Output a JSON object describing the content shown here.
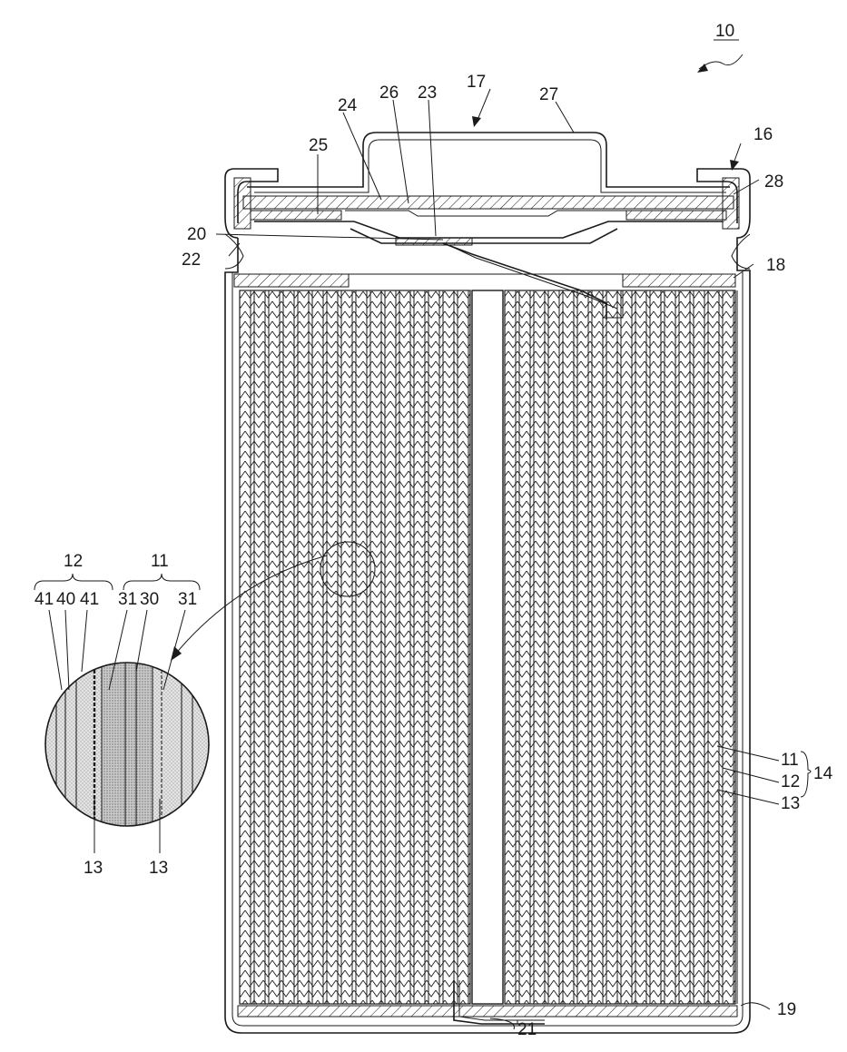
{
  "figure": {
    "labels": {
      "battery": "10",
      "positive_electrode": "11",
      "negative_electrode": "12",
      "separator": "13",
      "electrode_assembly": "14",
      "exterior_can": "16",
      "sealing_body": "17",
      "upper_insulating_plate": "18",
      "lower_insulating_plate": "19",
      "positive_lead": "20",
      "negative_lead": "21",
      "grooved_portion": "22",
      "internal_terminal_plate": "23",
      "lower_vent": "24",
      "insulating_member": "25",
      "upper_vent": "26",
      "cap": "27",
      "gasket": "28"
    },
    "detail": {
      "negative_group": "12",
      "positive_group": "11",
      "neg_layers": [
        "41",
        "40",
        "41"
      ],
      "pos_layers": [
        "31",
        "30",
        "31"
      ],
      "separator_left": "13",
      "separator_right": "13"
    },
    "colors": {
      "line": "#1a1a1a",
      "background": "#ffffff",
      "stipple": "#9a9a9a"
    }
  }
}
